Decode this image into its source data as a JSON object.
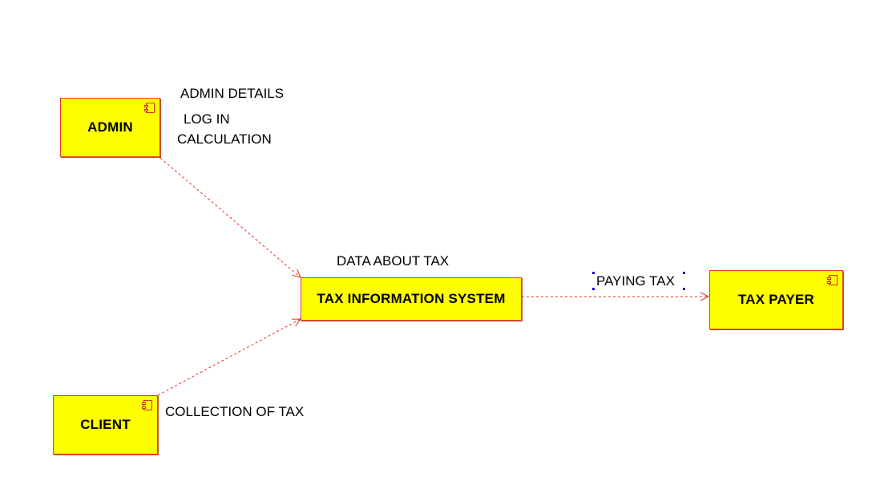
{
  "nodes": {
    "admin": {
      "label": "ADMIN"
    },
    "client": {
      "label": "CLIENT"
    },
    "tax_system": {
      "label": "TAX INFORMATION SYSTEM"
    },
    "tax_payer": {
      "label": "TAX PAYER"
    }
  },
  "labels": {
    "admin_details": "ADMIN DETAILS",
    "log_in": "LOG IN",
    "calculation": "CALCULATION",
    "data_about_tax": "DATA ABOUT TAX",
    "paying_tax": "PAYING TAX",
    "collection_of_tax": "COLLECTION OF TAX"
  },
  "colors": {
    "component_fill": "#ffff00",
    "component_border": "#e0402a",
    "edge": "#e03020",
    "selection_handle": "#0000cc"
  },
  "edges": [
    {
      "from": "admin",
      "to": "tax_system",
      "style": "dashed",
      "arrow": "open"
    },
    {
      "from": "client",
      "to": "tax_system",
      "style": "dashed",
      "arrow": "open"
    },
    {
      "from": "tax_system",
      "to": "tax_payer",
      "style": "dashed",
      "arrow": "open"
    }
  ]
}
